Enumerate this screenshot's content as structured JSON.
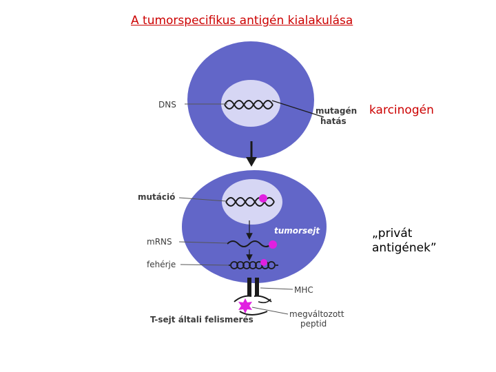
{
  "title": "A tumorspecifikus antigén kialakulása",
  "annotations": {
    "carcinogen": "karcinogén",
    "private_antigens_line1": "„privát",
    "private_antigens_line2": "antigének”"
  },
  "labels": {
    "dns": "DNS",
    "mutagen_line1": "mutagén",
    "mutagen_line2": "hatás",
    "mutacio": "mutáció",
    "tumorsejt": "tumorsejt",
    "mrns": "mRNS",
    "feherje": "fehérje",
    "mhc": "MHC",
    "tcell": "T-sejt általi felismerés",
    "peptide_line1": "megváltozott",
    "peptide_line2": "peptid"
  },
  "colors": {
    "cell": "#6266c8",
    "nucleus": "#d6d6f4",
    "mutation": "#e020e0",
    "title_red": "#cc0000"
  }
}
